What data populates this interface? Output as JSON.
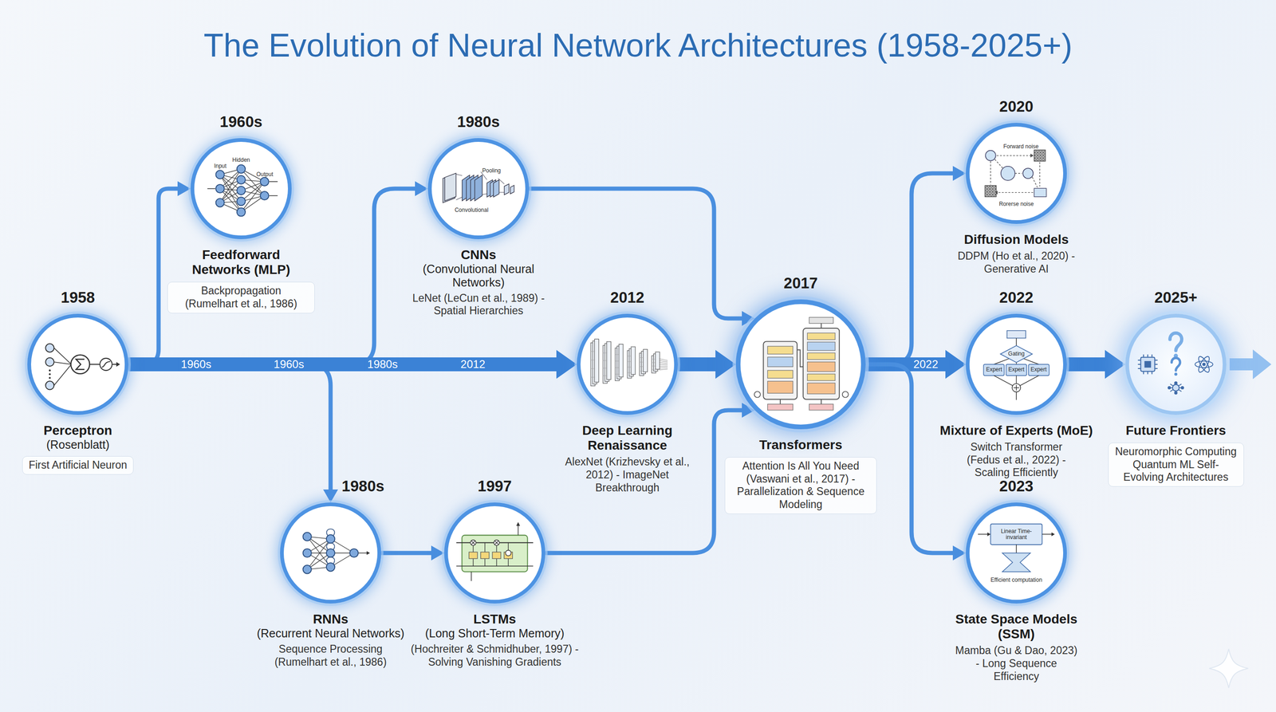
{
  "diagram": {
    "title": "The Evolution of Neural Network Architectures (1958-2025+)",
    "nodes": [
      {
        "text": [
          "1958",
          "Perceptron",
          "(Rosenblatt)",
          "First Artificial Neuron"
        ]
      },
      {
        "text": [
          "1960s",
          "Feedforward Networks (MLP)",
          "Backpropagation (Rumelhart et al., 1986)"
        ]
      },
      {
        "text": [
          "1980s",
          "CNNs",
          "(Convolutional Neural Networks)",
          "LeNet (LeCun et al., 1989) - Spatial Hierarchies"
        ]
      },
      {
        "text": [
          "1980s",
          "RNNs",
          "(Recurrent Neural Networks)",
          "Sequence Processing (Rumelhart et al., 1986)"
        ]
      },
      {
        "text": [
          "1997",
          "LSTMs",
          "(Long Short-Term Memory)",
          "(Hochreiter & Schmidhuber, 1997) - Solving Vanishing Gradients"
        ]
      },
      {
        "text": [
          "2012",
          "Deep Learning Renaissance",
          "AlexNet (Krizhevsky et al., 2012) - ImageNet Breakthrough"
        ]
      },
      {
        "text": [
          "2017",
          "Transformers",
          "Attention Is All You Need (Vaswani et al., 2017) - Parallelization & Sequence Modeling"
        ]
      },
      {
        "text": [
          "2020",
          "Diffusion Models",
          "DDPM (Ho et al., 2020) - Generative AI"
        ]
      },
      {
        "text": [
          "2022",
          "Mixture of Experts (MoE)",
          "Switch Transformer (Fedus et al., 2022) - Scaling Efficiently"
        ]
      },
      {
        "text": [
          "2023",
          "State Space Models (SSM)",
          "Mamba (Gu & Dao, 2023) - Long Sequence Efficiency"
        ]
      },
      {
        "text": [
          "2025+",
          "Future Frontiers",
          "Neuromorphic Computing Quantum ML Self-Evolving Architectures"
        ]
      }
    ],
    "edges": [
      {
        "from": 0,
        "to": 1,
        "arrow": "to"
      },
      {
        "from": 0,
        "to": 2,
        "arrow": "to"
      },
      {
        "from": 0,
        "to": 3,
        "arrow": "to"
      },
      {
        "from": 0,
        "to": 5,
        "arrow": "to"
      },
      {
        "from": 2,
        "to": 6,
        "arrow": "to"
      },
      {
        "from": 3,
        "to": 4,
        "arrow": "to"
      },
      {
        "from": 4,
        "to": 6,
        "arrow": "to"
      },
      {
        "from": 5,
        "to": 6,
        "arrow": "to"
      },
      {
        "from": 6,
        "to": 7,
        "arrow": "to"
      },
      {
        "from": 6,
        "to": 8,
        "label": "2022",
        "arrow": "to"
      },
      {
        "from": 6,
        "to": 9,
        "arrow": "to"
      },
      {
        "from": 8,
        "to": 10,
        "arrow": "to"
      }
    ],
    "labels": [
      "1960s",
      "1960s",
      "1980s",
      "2012",
      "Input",
      "Hidden",
      "Output",
      "Pooling",
      "Convolutional",
      "Forward noise",
      "Rorerse noise",
      "Gating",
      "Expert",
      "Expert",
      "Expert",
      "Linear Time-invariant",
      "Efficient computation"
    ]
  }
}
